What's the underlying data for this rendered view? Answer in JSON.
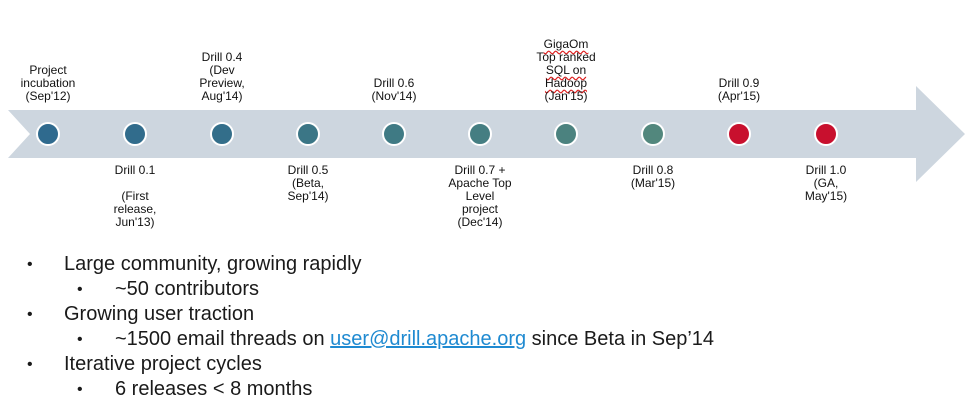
{
  "timeline": {
    "arrow_color": "#cdd6df",
    "milestones": [
      {
        "position": "top",
        "lines": [
          "Project",
          "incubation",
          "(Sep'12)"
        ],
        "color": "#2f6a8e"
      },
      {
        "position": "bottom",
        "lines": [
          "Drill 0.1",
          "",
          "(First",
          "release,",
          "Jun'13)"
        ],
        "color": "#316c8c"
      },
      {
        "position": "top",
        "lines": [
          "Drill 0.4",
          "(Dev",
          "Preview,",
          "Aug'14)"
        ],
        "color": "#336e8a"
      },
      {
        "position": "bottom",
        "lines": [
          "Drill 0.5",
          "(Beta,",
          "Sep'14)"
        ],
        "color": "#3b7686"
      },
      {
        "position": "top",
        "lines": [
          "Drill 0.6",
          "(Nov'14)"
        ],
        "color": "#3f7a84"
      },
      {
        "position": "bottom",
        "lines": [
          "Drill 0.7 +",
          "Apache Top",
          "Level",
          "project",
          "(Dec'14)"
        ],
        "color": "#457e82"
      },
      {
        "position": "top",
        "lines": [
          "GigaOm",
          "Top ranked",
          "SQL on",
          "Hadoop",
          "(Jan'15)"
        ],
        "color": "#4b827f"
      },
      {
        "position": "bottom",
        "lines": [
          "Drill 0.8",
          "(Mar'15)"
        ],
        "color": "#52877d"
      },
      {
        "position": "top",
        "lines": [
          "Drill 0.9",
          "(Apr'15)"
        ],
        "color": "#c8102e"
      },
      {
        "position": "bottom",
        "lines": [
          "Drill 1.0",
          "(GA,",
          "May'15)"
        ],
        "color": "#c8102e"
      }
    ]
  },
  "bullets": [
    {
      "level": 1,
      "text": "Large community, growing rapidly"
    },
    {
      "level": 2,
      "text": "~50 contributors"
    },
    {
      "level": 1,
      "text": "Growing user traction"
    },
    {
      "level": 2,
      "text_before": "~1500 email threads on ",
      "link": "user@drill.apache.org",
      "text_after": " since Beta in Sep’14"
    },
    {
      "level": 1,
      "text": "Iterative project cycles"
    },
    {
      "level": 2,
      "text": "6 releases < 8 months"
    }
  ],
  "bullet_glyph": "•"
}
